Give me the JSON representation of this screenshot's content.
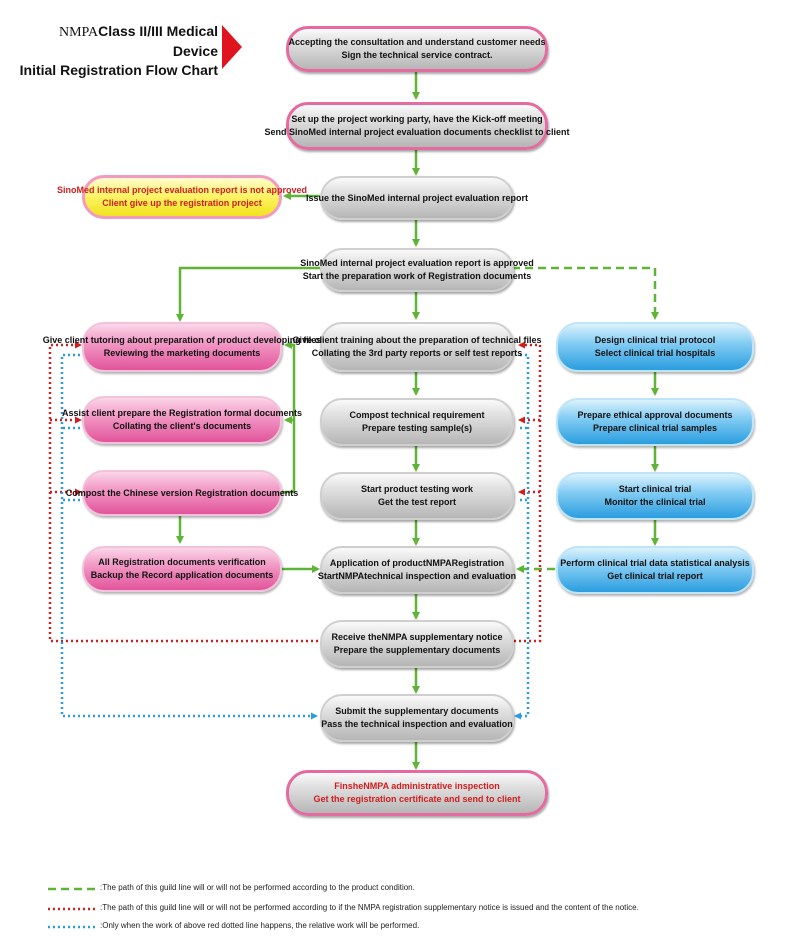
{
  "title": {
    "prefix": "NMPA",
    "line1": "Class II/III Medical Device",
    "line2": "Initial Registration Flow Chart"
  },
  "colors": {
    "green": "#5fb336",
    "red": "#d11e1e",
    "blue": "#2a9ddf",
    "pink": "#e2549b",
    "yellow": "#fff46a"
  },
  "nodes": {
    "n1": [
      "Accepting the consultation and understand customer needs",
      "Sign the technical service contract."
    ],
    "n2": [
      "Set up the project working party, have the Kick-off meeting",
      "Send SinoMed internal project evaluation documents checklist to client"
    ],
    "n3": [
      "Issue the SinoMed internal project evaluation report"
    ],
    "n3y": [
      "SinoMed internal project evaluation report is not approved",
      "Client give up the registration project"
    ],
    "n4": [
      "SinoMed internal project evaluation report is approved",
      "Start the preparation work of Registration documents"
    ],
    "l1": [
      "Give client tutoring about preparation of product developing files",
      "Reviewing the marketing documents"
    ],
    "l2": [
      "Assist client prepare the Registration formal documents",
      "Collating the client's documents"
    ],
    "l3": [
      "Compost the Chinese version Registration documents"
    ],
    "l4": [
      "All Registration documents verification",
      "Backup the Record application documents"
    ],
    "c1": [
      "Give client training about the preparation of technical files",
      "Collating the 3rd party reports or self test reports"
    ],
    "c2": [
      "Compost technical requirement",
      "Prepare testing sample(s)"
    ],
    "c3": [
      "Start product testing work",
      "Get the test report"
    ],
    "c4": [
      "Application of productNMPARegistration",
      "StartNMPAtechnical inspection and evaluation"
    ],
    "c5": [
      "Receive theNMPA supplementary notice",
      "Prepare the supplementary documents"
    ],
    "c6": [
      "Submit the supplementary documents",
      "Pass the technical inspection and evaluation"
    ],
    "c7": [
      "FinsheNMPA administrative inspection",
      "Get the registration certificate and send to client"
    ],
    "r1": [
      "Design clinical trial protocol",
      "Select clinical trial hospitals"
    ],
    "r2": [
      "Prepare ethical approval documents",
      "Prepare clinical trial samples"
    ],
    "r3": [
      "Start clinical trial",
      "Monitor the clinical trial"
    ],
    "r4": [
      "Perform clinical trial data statistical analysis",
      "Get clinical trial report"
    ]
  },
  "legend": [
    {
      "style": "green-dashed",
      "text": ":The path of this guild line will or will not be performed according to the product condition."
    },
    {
      "style": "red-dotted",
      "text": ":The path of this guild line will or will not be performed according to if the  NMPA  registration supplementary notice is issued and the content of the notice."
    },
    {
      "style": "blue-dotted",
      "text": ":Only when the work of above red dotted line happens, the relative work will be performed."
    }
  ]
}
